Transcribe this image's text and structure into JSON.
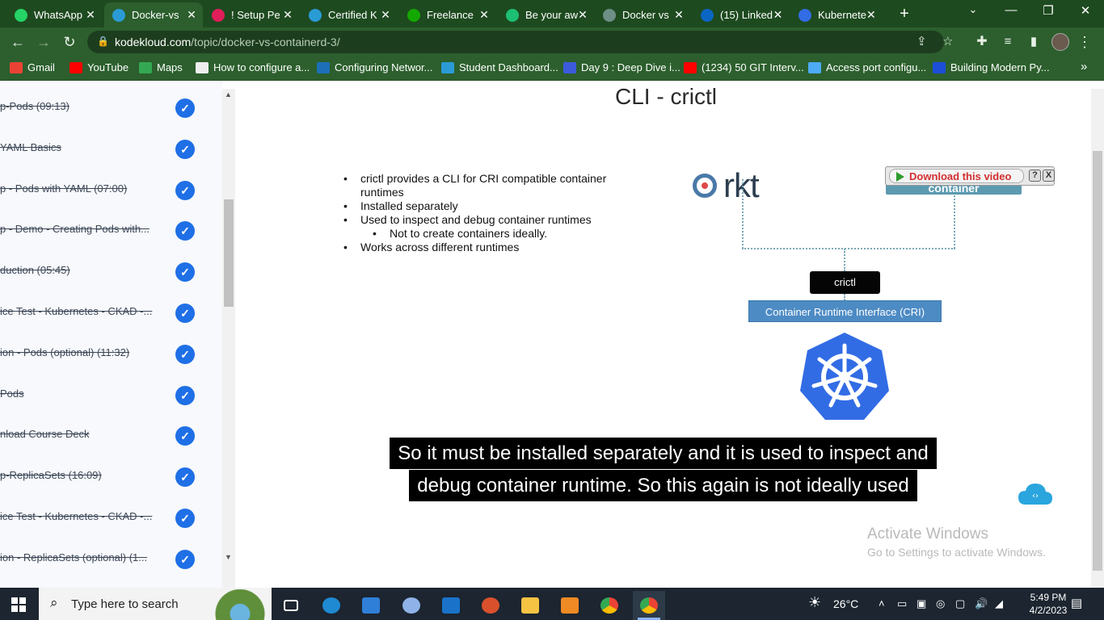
{
  "browser": {
    "tabs": [
      {
        "title": "WhatsApp",
        "icon": "whatsapp-icon",
        "color": "#25d366"
      },
      {
        "title": "Docker-vs",
        "icon": "kodekloud-icon",
        "color": "#2b9bd6",
        "active": true
      },
      {
        "title": "! Setup Pe",
        "icon": "slack-icon",
        "color": "#e01e5a"
      },
      {
        "title": "Certified K",
        "icon": "kodekloud-icon",
        "color": "#2b9bd6"
      },
      {
        "title": "Freelance",
        "icon": "upwork-icon",
        "color": "#14a800"
      },
      {
        "title": "Be your aw",
        "icon": "fiverr-icon",
        "color": "#1dbf73"
      },
      {
        "title": "Docker vs",
        "icon": "chatgpt-icon",
        "color": "#6e8f86"
      },
      {
        "title": "(15) Linked",
        "icon": "linkedin-icon",
        "color": "#0a66c2"
      },
      {
        "title": "Kubernete",
        "icon": "kubernetes-icon",
        "color": "#326ce5"
      }
    ],
    "new_tab": "+",
    "window_controls": {
      "minimize": "—",
      "restore": "❐",
      "close": "✕"
    },
    "url_host": "kodekloud.com",
    "url_path": "/topic/docker-vs-containerd-3/",
    "bookmarks": [
      {
        "label": "Gmail",
        "icon": "gmail-icon",
        "color": "#ea4335"
      },
      {
        "label": "YouTube",
        "icon": "youtube-icon",
        "color": "#ff0000"
      },
      {
        "label": "Maps",
        "icon": "maps-icon",
        "color": "#34a853"
      },
      {
        "label": "How to configure a...",
        "icon": "page-icon",
        "color": "#eeeeee"
      },
      {
        "label": "Configuring Networ...",
        "icon": "vmware-icon",
        "color": "#1d6fb8"
      },
      {
        "label": "Student Dashboard...",
        "icon": "kodekloud-icon",
        "color": "#2b9bd6"
      },
      {
        "label": "Day 9 : Deep Dive i...",
        "icon": "diamond-icon",
        "color": "#3b5bdb"
      },
      {
        "label": "(1234) 50 GIT Interv...",
        "icon": "youtube-icon",
        "color": "#ff0000"
      },
      {
        "label": "Access port configu...",
        "icon": "link-icon",
        "color": "#4dabf7"
      },
      {
        "label": "Building Modern Py...",
        "icon": "c-icon",
        "color": "#1c4ed8"
      }
    ],
    "bookmarks_more": "»"
  },
  "sidebar": {
    "lessons": [
      "p-Pods (09:13)",
      "YAML Basics",
      "p - Pods with YAML (07:00)",
      "p - Demo - Creating Pods with...",
      "duction (05:45)",
      "ice Test - Kubernetes - CKAD -...",
      "ion - Pods (optional) (11:32)",
      "Pods",
      "nload Course Deck",
      "p-ReplicaSets (16:09)",
      "ice Test - Kubernetes - CKAD -...",
      "ion - ReplicaSets (optional) (1..."
    ],
    "check_glyph": "✓",
    "scroll_up": "▲",
    "scroll_down": "▼"
  },
  "slide": {
    "title": "CLI - crictl",
    "bullets": [
      {
        "text": "crictl provides a CLI for CRI compatible container runtimes",
        "level": 1
      },
      {
        "text": "Installed separately",
        "level": 1
      },
      {
        "text": "Used to inspect and debug container runtimes",
        "level": 1
      },
      {
        "text": "Not to create containers ideally.",
        "level": 2
      },
      {
        "text": "Works across different runtimes",
        "level": 1
      }
    ],
    "rkt_label": "rkt",
    "containerd_label": "container",
    "crictl_label": "crictl",
    "cri_label": "Container Runtime Interface (CRI)",
    "download_label": "Download this video",
    "help_glyph": "?",
    "close_glyph": "X"
  },
  "captions": [
    "So it must be installed separately and it is used to inspect and",
    "debug container runtime. So this again is not ideally used"
  ],
  "watermark": {
    "line1": "Activate Windows",
    "line2": "Go to Settings to activate Windows."
  },
  "taskbar": {
    "search_placeholder": "Type here to search",
    "weather": "26°C",
    "time": "5:49 PM",
    "date": "4/2/2023"
  }
}
